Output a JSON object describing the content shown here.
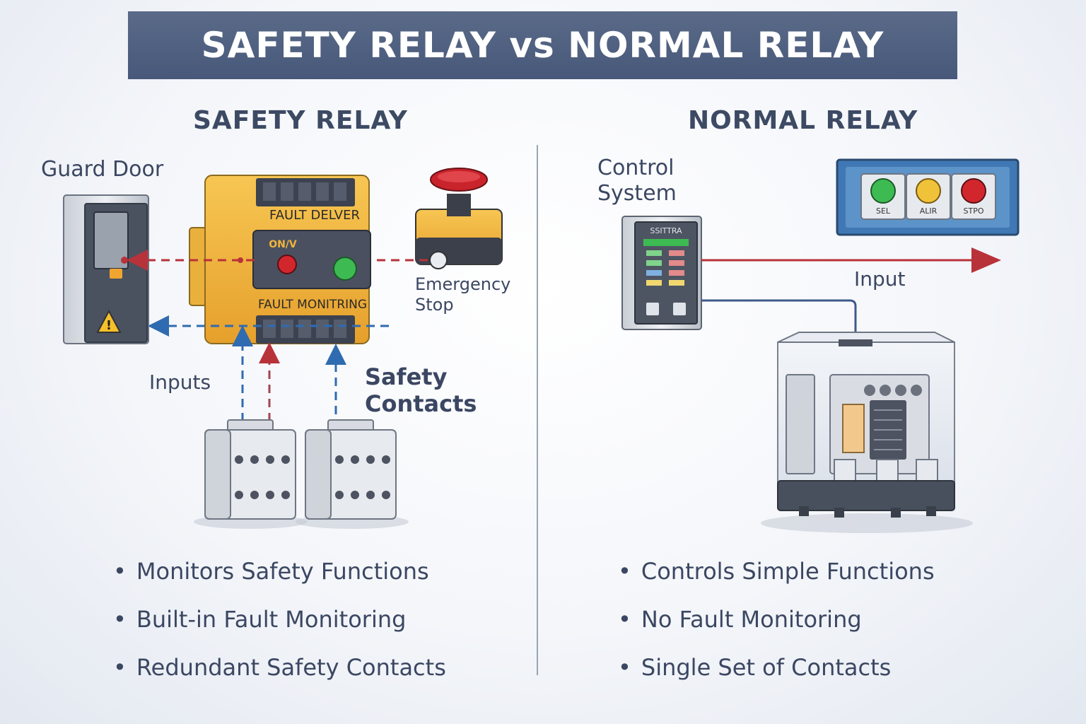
{
  "title": "SAFETY RELAY vs NORMAL RELAY",
  "safety": {
    "heading": "SAFETY RELAY",
    "guard_door_label": "Guard Door",
    "emergency_stop_label": "Emergency Stop",
    "inputs_label": "Inputs",
    "safety_contacts_label": "Safety Contacts",
    "device_top_label": "FAULT DELVER",
    "device_bottom_label": "FAULT MONITRING",
    "device_logo": "ON/V",
    "bullets": [
      "Monitors Safety Functions",
      "Built-in Fault Monitoring",
      "Redundant Safety Contacts"
    ]
  },
  "normal": {
    "heading": "NORMAL RELAY",
    "control_system_label": "Control System",
    "input_label": "Input",
    "control_screen_text": "SSITTRA",
    "buttons": [
      "SEL",
      "ALIR",
      "STPO"
    ],
    "bullets": [
      "Controls Simple Functions",
      "No Fault Monitoring",
      "Single Set of Contacts"
    ]
  },
  "colors": {
    "title_bar": "#4f5f80",
    "relay_yellow": "#f2b43a",
    "red_line": "#b8323a",
    "blue_line": "#2f6bb0",
    "panel_blue": "#3f78b4"
  }
}
